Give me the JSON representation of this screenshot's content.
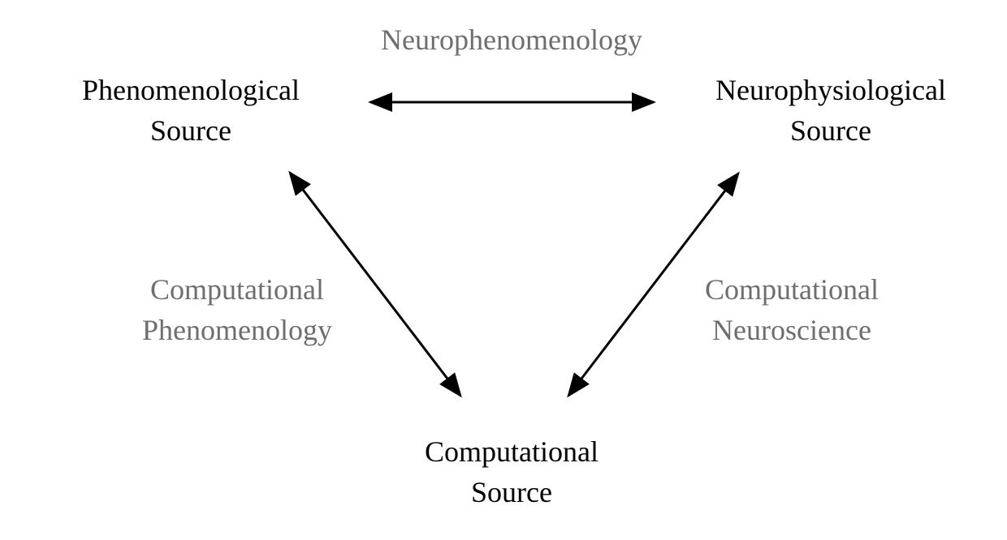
{
  "nodes": {
    "phenomenological": {
      "line1": "Phenomenological",
      "line2": "Source"
    },
    "neurophysiological": {
      "line1": "Neurophysiological",
      "line2": "Source"
    },
    "computational": {
      "line1": "Computational",
      "line2": "Source"
    }
  },
  "relations": {
    "top": {
      "line1": "Neurophenomenology"
    },
    "left": {
      "line1": "Computational",
      "line2": "Phenomenology"
    },
    "right": {
      "line1": "Computational",
      "line2": "Neuroscience"
    }
  },
  "colors": {
    "node_text": "#000000",
    "relation_text": "#6e6e6e",
    "arrow": "#000000"
  }
}
